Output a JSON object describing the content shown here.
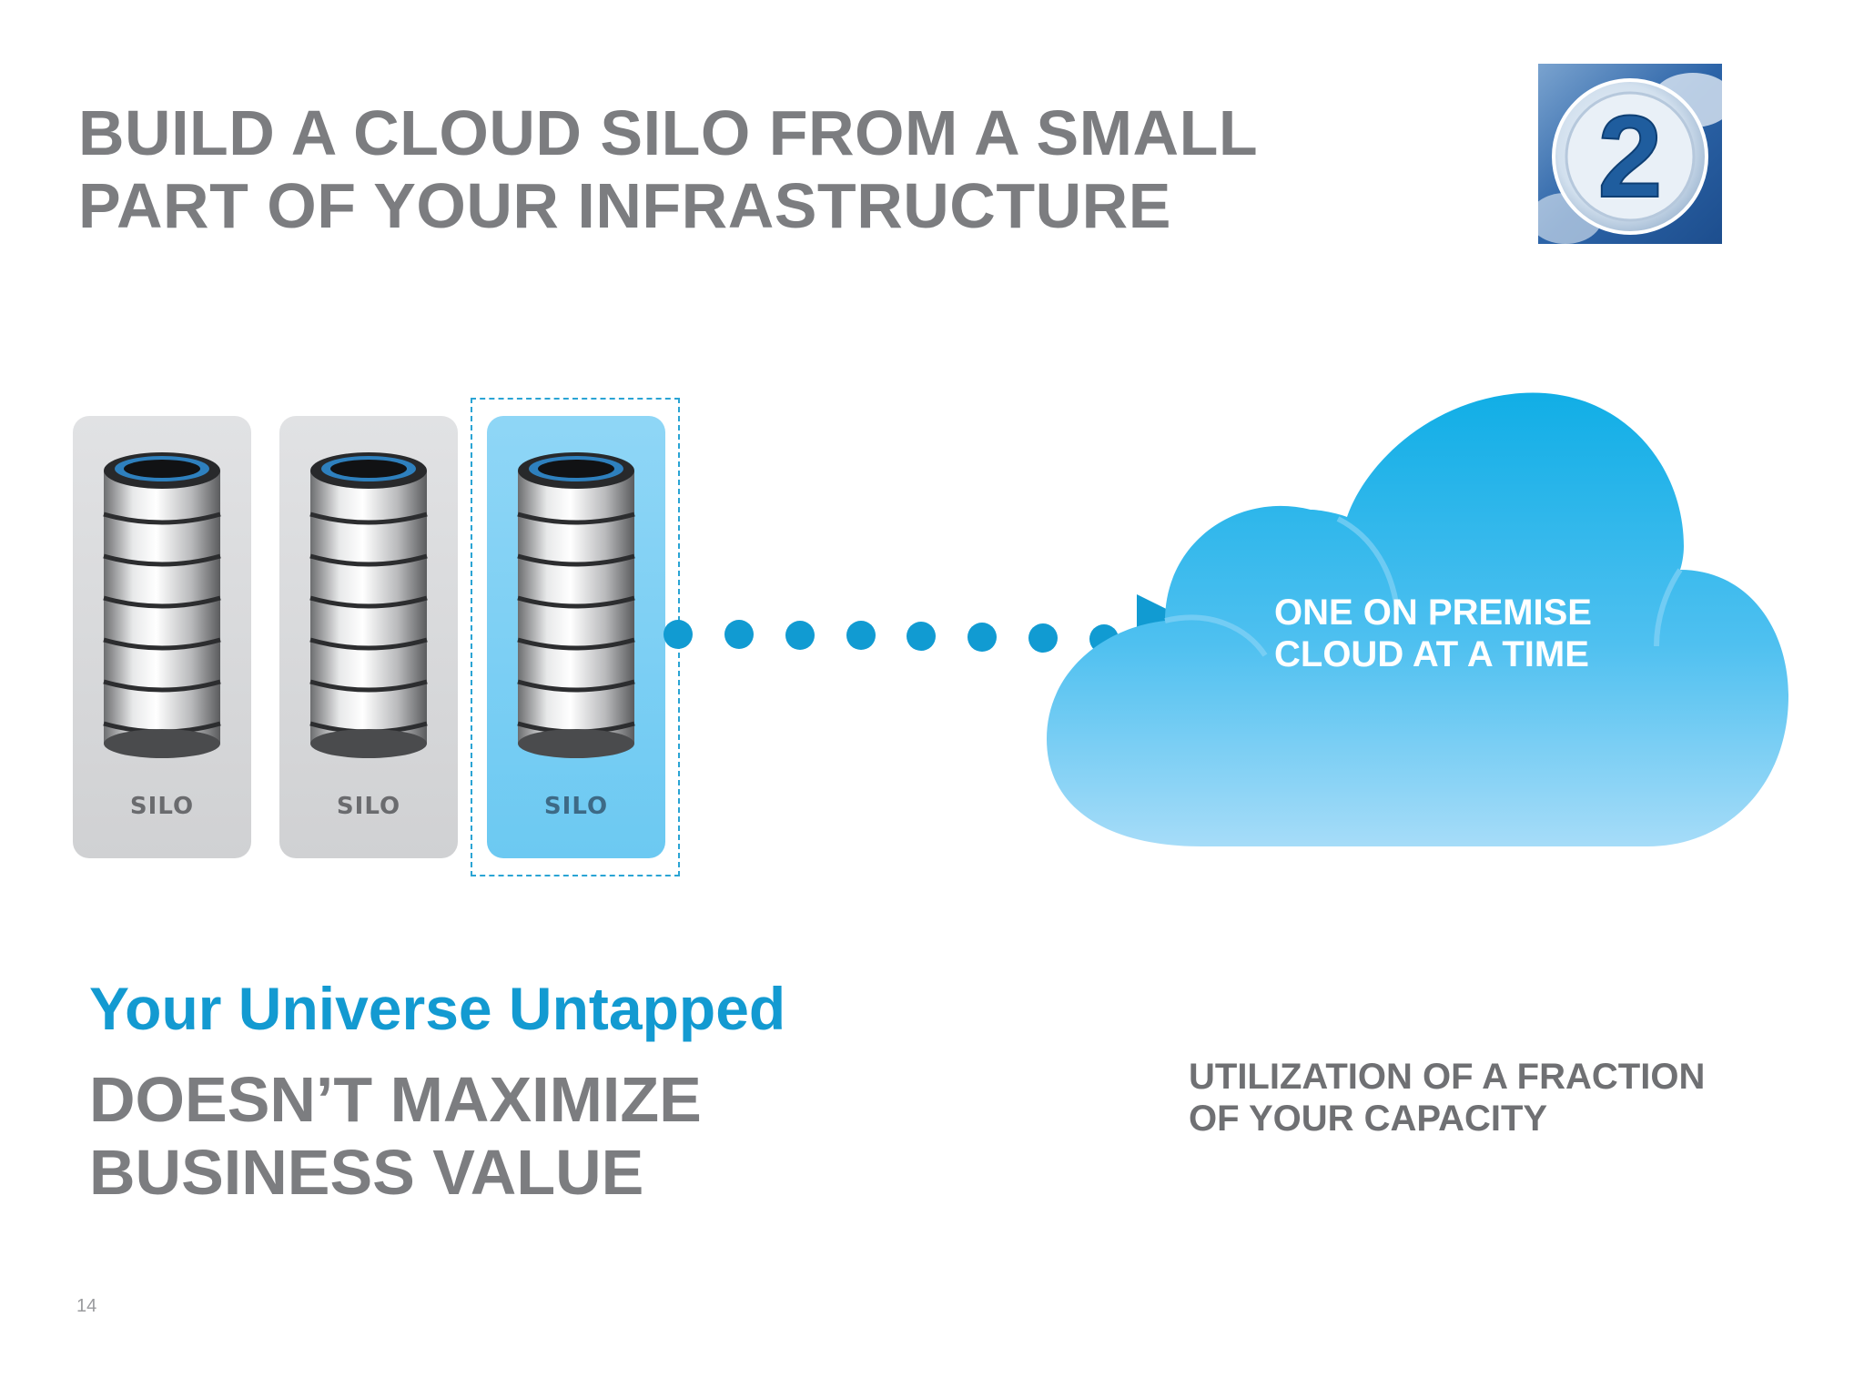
{
  "slide": {
    "title_line1": "BUILD A CLOUD SILO FROM A SMALL",
    "title_line2": "PART OF YOUR INFRASTRUCTURE",
    "badge_number": "2",
    "silos": [
      {
        "label": "SILO",
        "highlighted": false
      },
      {
        "label": "SILO",
        "highlighted": false
      },
      {
        "label": "SILO",
        "highlighted": true
      }
    ],
    "cloud_text_line1": "ONE ON PREMISE",
    "cloud_text_line2": "CLOUD AT A TIME",
    "tagline": "Your Universe Untapped",
    "subhead_line1": "DOESN’T MAXIMIZE",
    "subhead_line2": "BUSINESS VALUE",
    "utilization_line1": "UTILIZATION OF A FRACTION",
    "utilization_line2": "OF YOUR CAPACITY",
    "page_number": "14"
  },
  "colors": {
    "title_gray": "#7c7d80",
    "accent_blue": "#139ad1",
    "cloud_blue": "#3fb9ec",
    "silo_highlight": "#7fd0f4"
  },
  "icons": {
    "badge": "number-2-cloud-badge",
    "silo": "database-stack-icon",
    "arrow": "dotted-arrow",
    "cloud": "cloud-shape"
  }
}
